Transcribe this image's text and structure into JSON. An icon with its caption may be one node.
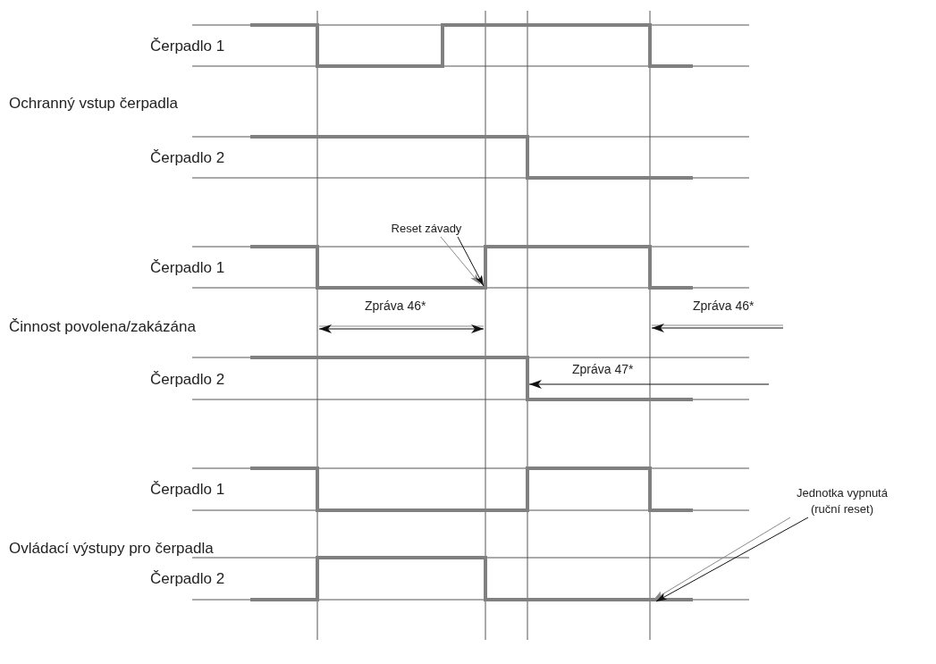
{
  "diagram": {
    "nodes": [
      {
        "text": [
          "Reset závady"
        ]
      },
      {
        "text": [
          "Jednotka vypnutá (ruční reset)"
        ]
      }
    ],
    "edges": [
      {
        "from": 0,
        "to": null,
        "arrow": "to",
        "color": "#8a8a8a"
      },
      {
        "from": 0,
        "to": null,
        "arrow": "to",
        "color": "#111111"
      },
      {
        "from": 1,
        "to": null,
        "arrow": "to",
        "color": "#8a8a8a"
      },
      {
        "from": 1,
        "to": null,
        "arrow": "to",
        "color": "#111111"
      }
    ],
    "labels": [
      "Čerpadlo 1",
      "Ochranný vstup čerpadla",
      "Čerpadlo 2",
      "Čerpadlo 1",
      "Zpráva 46*",
      "Zpráva 46*",
      "Činnost povolena/zakázána",
      "Zpráva 47*",
      "Čerpadlo 2",
      "Čerpadlo 1",
      "Ovládací výstupy pro čerpadla",
      "Čerpadlo 2"
    ]
  }
}
